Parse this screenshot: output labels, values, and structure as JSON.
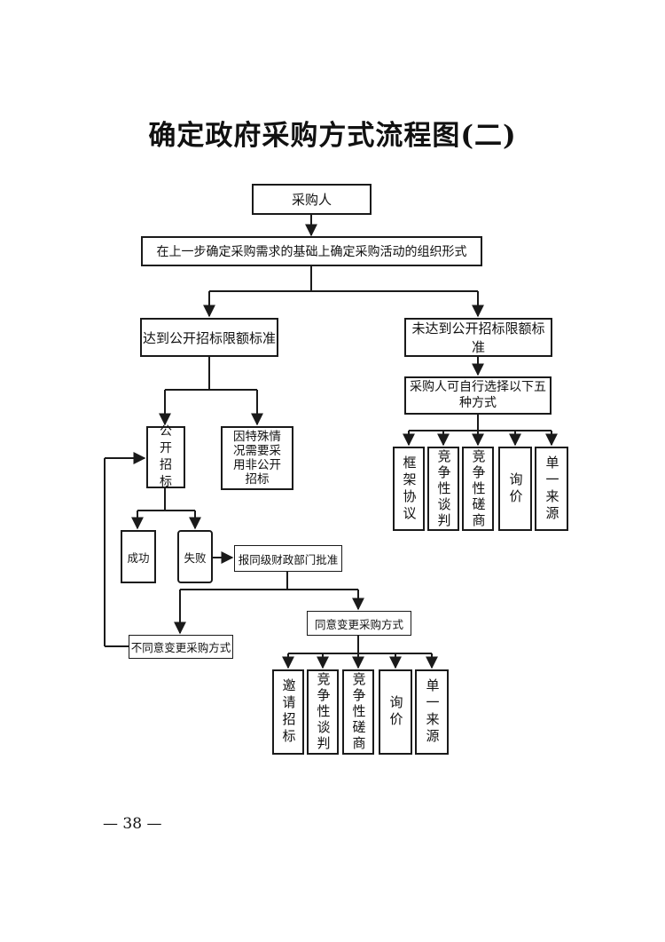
{
  "title": "确定政府采购方式流程图(二)",
  "nodes": {
    "purchaser": "采购人",
    "org_form": "在上一步确定采购需求的基础上确定采购活动的组织形式",
    "reach_limit": "达到公开招标限额标准",
    "not_reach_limit": "未达到公开招标限额标准",
    "self_choose": "采购人可自行选择以下五种方式",
    "open_tender": "公开招标",
    "special_case": "因特殊情况需要采用非公开招标",
    "success": "成功",
    "fail": "失败",
    "report_finance": "报同级财政部门批准",
    "disagree_change": "不同意变更采购方式",
    "agree_change": "同意变更采购方式"
  },
  "five_methods": [
    "框架协议",
    "竞争性谈判",
    "竞争性磋商",
    "询价",
    "单一来源"
  ],
  "change_methods": [
    "邀请招标",
    "竞争性谈判",
    "竞争性磋商",
    "询价",
    "单一来源"
  ],
  "page_number": "— 38 —"
}
